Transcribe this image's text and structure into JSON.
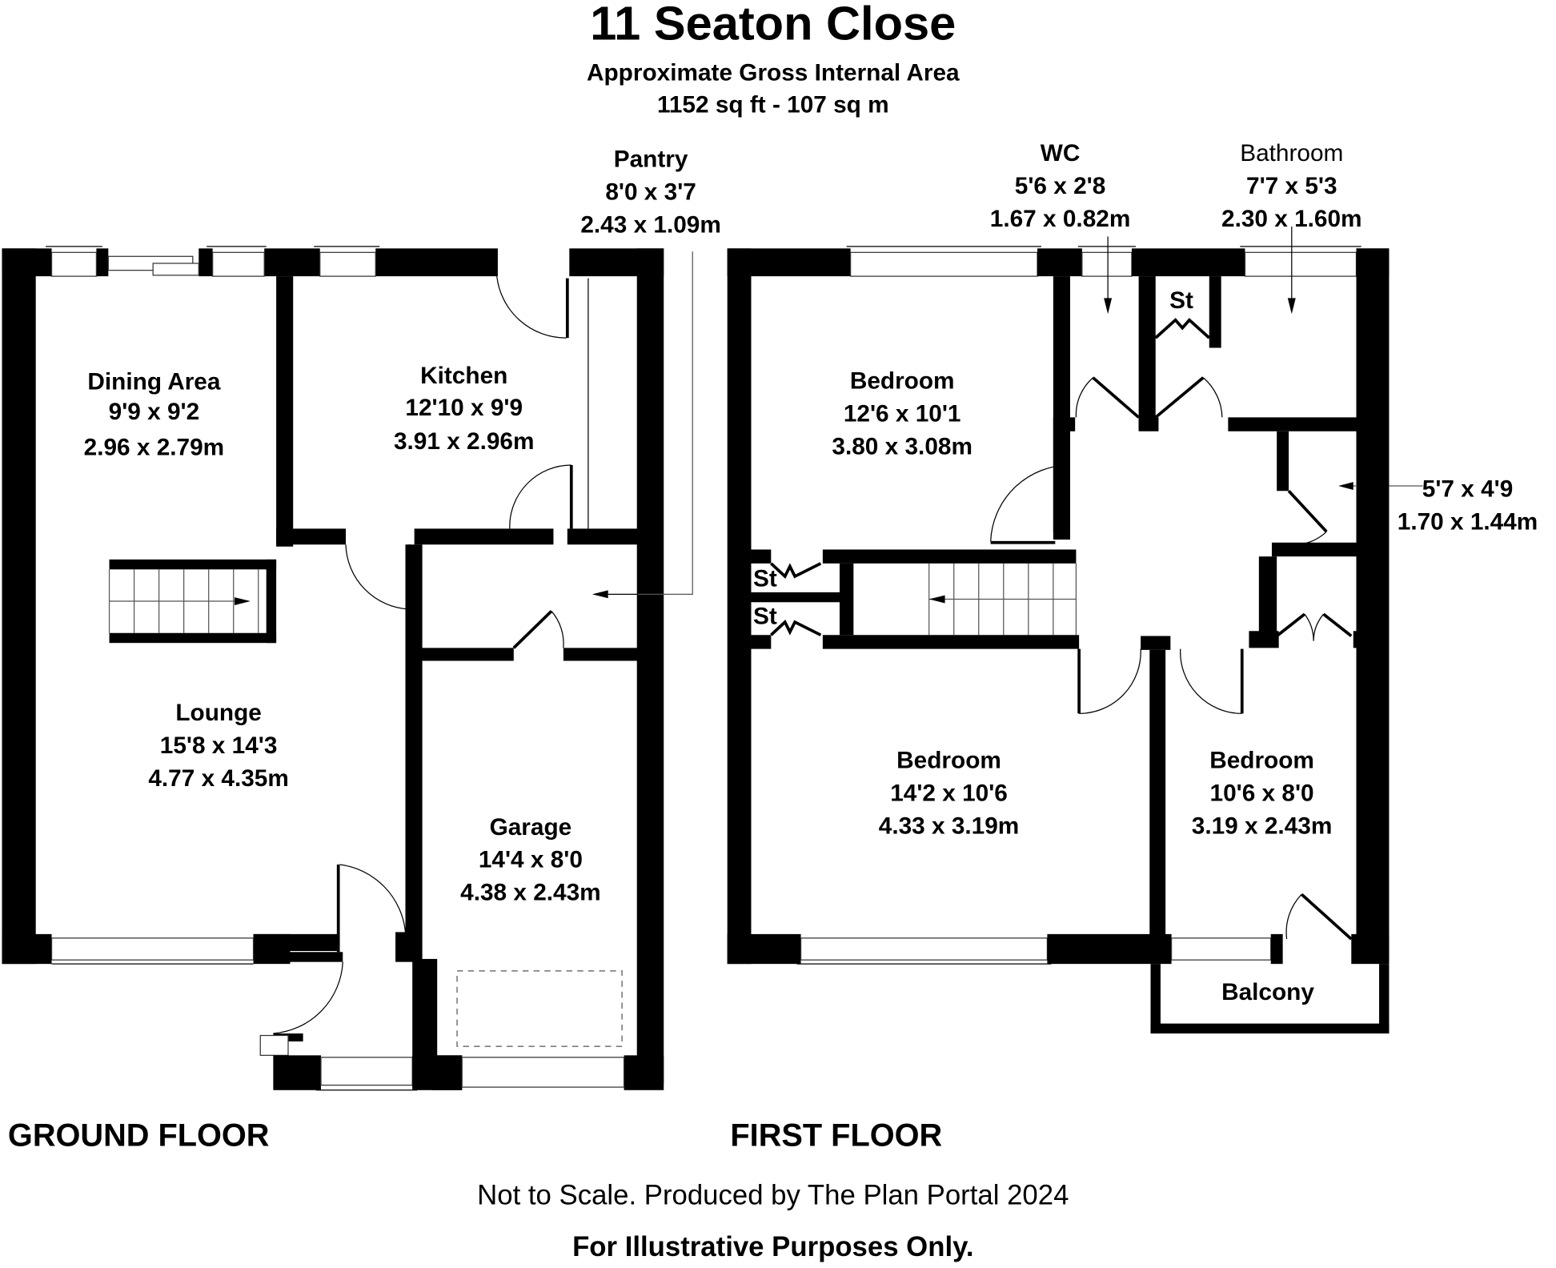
{
  "header": {
    "title": "11 Seaton Close",
    "subtitle": "Approximate Gross Internal Area",
    "area": "1152 sq ft - 107 sq m"
  },
  "ground_floor": {
    "label": "GROUND FLOOR",
    "rooms": [
      {
        "name": "Dining Area",
        "imperial": "9'9 x 9'2",
        "metric": "2.96 x 2.79m"
      },
      {
        "name": "Kitchen",
        "imperial": "12'10 x 9'9",
        "metric": "3.91 x 2.96m"
      },
      {
        "name": "Pantry",
        "imperial": "8'0 x 3'7",
        "metric": "2.43 x 1.09m"
      },
      {
        "name": "Lounge",
        "imperial": "15'8 x 14'3",
        "metric": "4.77 x 4.35m"
      },
      {
        "name": "Garage",
        "imperial": "14'4 x 8'0",
        "metric": "4.38 x 2.43m"
      }
    ]
  },
  "first_floor": {
    "label": "FIRST FLOOR",
    "rooms": [
      {
        "name": "WC",
        "imperial": "5'6 x 2'8",
        "metric": "1.67 x 0.82m"
      },
      {
        "name": "Bathroom",
        "imperial": "7'7 x 5'3",
        "metric": "2.30 x 1.60m"
      },
      {
        "name": "Bedroom",
        "imperial": "12'6 x 10'1",
        "metric": "3.80 x 3.08m"
      },
      {
        "name": "",
        "imperial": "5'7 x 4'9",
        "metric": "1.70 x 1.44m"
      },
      {
        "name": "Bedroom",
        "imperial": "14'2 x 10'6",
        "metric": "4.33 x 3.19m"
      },
      {
        "name": "Bedroom",
        "imperial": "10'6 x 8'0",
        "metric": "3.19 x 2.43m"
      },
      {
        "name": "Balcony"
      }
    ],
    "storage_label": "St"
  },
  "footer": {
    "note": "Not to Scale. Produced by The Plan Portal 2024",
    "disclaimer": "For Illustrative Purposes Only."
  }
}
